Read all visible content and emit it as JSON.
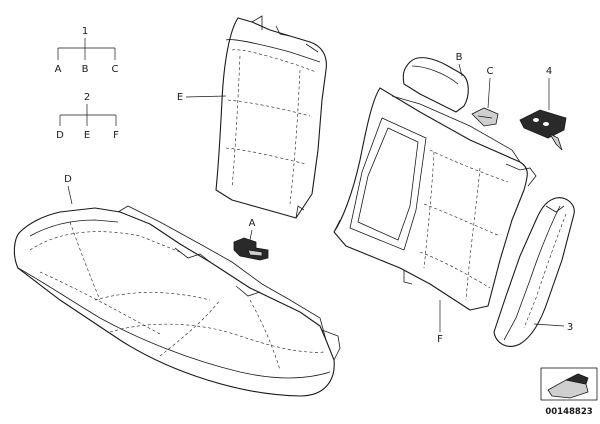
{
  "tree1": {
    "root": "1",
    "children": [
      "A",
      "B",
      "C"
    ]
  },
  "tree2": {
    "root": "2",
    "children": [
      "D",
      "E",
      "F"
    ]
  },
  "callouts": {
    "D": "D",
    "E": "E",
    "A": "A",
    "B": "B",
    "C": "C",
    "4": "4",
    "F": "F",
    "3": "3"
  },
  "doc_number": "00148823",
  "icons": {
    "cushion": "seat-cushion",
    "left_backrest": "backrest-left",
    "right_backrest": "backrest-right",
    "headrest": "headrest-pad",
    "small_part": "small-bracket",
    "cover_plate": "cover-plate",
    "side_bolster": "side-bolster",
    "hook": "hook-clip",
    "legend": "part-symbol"
  }
}
